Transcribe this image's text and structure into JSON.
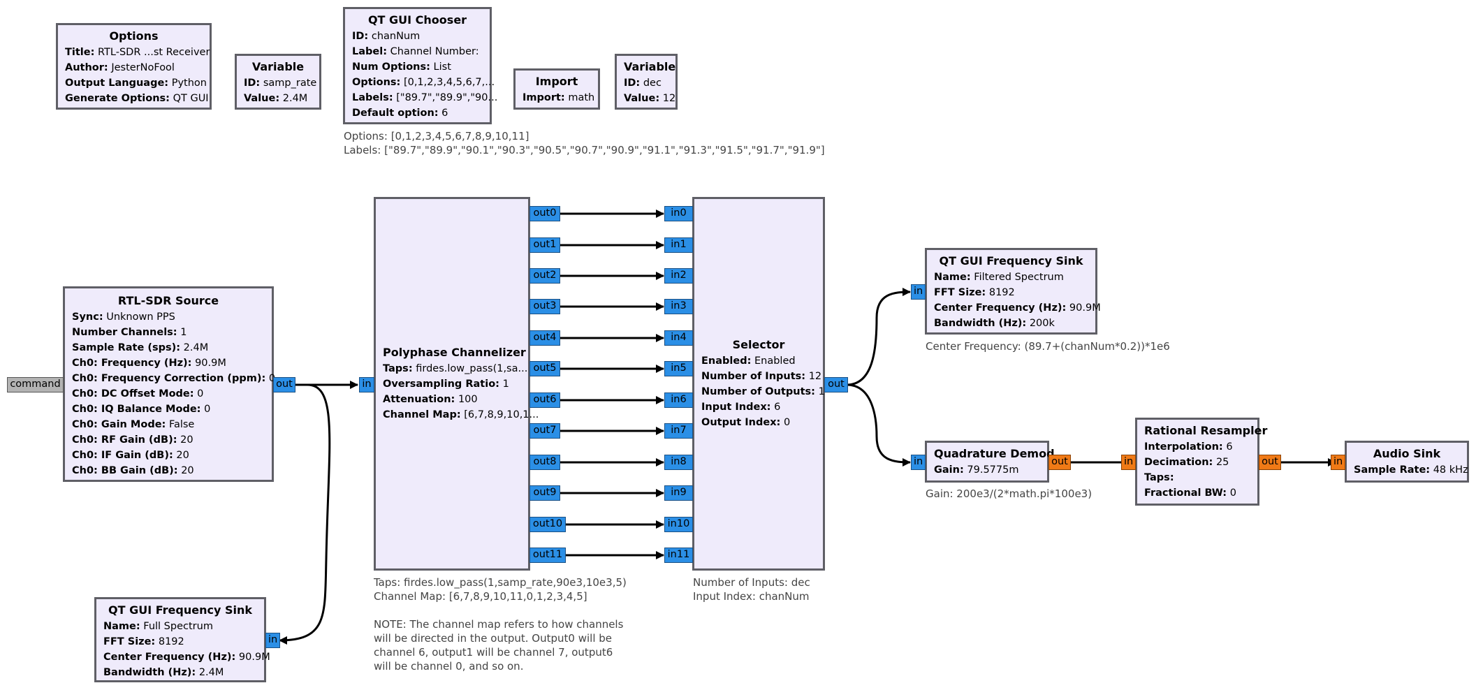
{
  "blocks": {
    "options": {
      "title": "Options",
      "props": [
        {
          "k": "Title:",
          "v": "RTL-SDR ...st Receiver"
        },
        {
          "k": "Author:",
          "v": "JesterNoFool"
        },
        {
          "k": "Output Language:",
          "v": "Python"
        },
        {
          "k": "Generate Options:",
          "v": "QT GUI"
        }
      ]
    },
    "variable_samp_rate": {
      "title": "Variable",
      "props": [
        {
          "k": "ID:",
          "v": "samp_rate"
        },
        {
          "k": "Value:",
          "v": "2.4M"
        }
      ]
    },
    "chooser": {
      "title": "QT GUI Chooser",
      "props": [
        {
          "k": "ID:",
          "v": "chanNum"
        },
        {
          "k": "Label:",
          "v": "Channel Number:"
        },
        {
          "k": "Num Options:",
          "v": "List"
        },
        {
          "k": "Options:",
          "v": "[0,1,2,3,4,5,6,7,..."
        },
        {
          "k": "Labels:",
          "v": "[\"89.7\",\"89.9\",\"90..."
        },
        {
          "k": "Default option:",
          "v": "6"
        }
      ],
      "comment": "Options: [0,1,2,3,4,5,6,7,8,9,10,11]\nLabels: [\"89.7\",\"89.9\",\"90.1\",\"90.3\",\"90.5\",\"90.7\",\"90.9\",\"91.1\",\"91.3\",\"91.5\",\"91.7\",\"91.9\"]"
    },
    "import": {
      "title": "Import",
      "props": [
        {
          "k": "Import:",
          "v": "math"
        }
      ]
    },
    "variable_dec": {
      "title": "Variable",
      "props": [
        {
          "k": "ID:",
          "v": "dec"
        },
        {
          "k": "Value:",
          "v": "12"
        }
      ]
    },
    "rtl_source": {
      "title": "RTL-SDR Source",
      "props": [
        {
          "k": "Sync:",
          "v": "Unknown PPS"
        },
        {
          "k": "Number Channels:",
          "v": "1"
        },
        {
          "k": "Sample Rate (sps):",
          "v": "2.4M"
        },
        {
          "k": "Ch0: Frequency (Hz):",
          "v": "90.9M"
        },
        {
          "k": "Ch0: Frequency Correction (ppm):",
          "v": "0"
        },
        {
          "k": "Ch0: DC Offset Mode:",
          "v": "0"
        },
        {
          "k": "Ch0: IQ Balance Mode:",
          "v": "0"
        },
        {
          "k": "Ch0: Gain Mode:",
          "v": "False"
        },
        {
          "k": "Ch0: RF Gain (dB):",
          "v": "20"
        },
        {
          "k": "Ch0: IF Gain (dB):",
          "v": "20"
        },
        {
          "k": "Ch0: BB Gain (dB):",
          "v": "20"
        }
      ],
      "in_port": "command",
      "out_port": "out"
    },
    "polyphase": {
      "title": "Polyphase Channelizer",
      "props": [
        {
          "k": "Taps:",
          "v": "firdes.low_pass(1,sa..."
        },
        {
          "k": "Oversampling Ratio:",
          "v": "1"
        },
        {
          "k": "Attenuation:",
          "v": "100"
        },
        {
          "k": "Channel Map:",
          "v": "[6,7,8,9,10,1..."
        }
      ],
      "in_port": "in",
      "out_ports": [
        "out0",
        "out1",
        "out2",
        "out3",
        "out4",
        "out5",
        "out6",
        "out7",
        "out8",
        "out9",
        "out10",
        "out11"
      ],
      "comment": "Taps: firdes.low_pass(1,samp_rate,90e3,10e3,5)\nChannel Map: [6,7,8,9,10,11,0,1,2,3,4,5]\n\nNOTE: The channel map refers to how channels\nwill be directed in the output. Output0 will be\nchannel 6, output1 will be channel 7, output6\nwill be channel 0, and so on."
    },
    "selector": {
      "title": "Selector",
      "props": [
        {
          "k": "Enabled:",
          "v": "Enabled"
        },
        {
          "k": "Number of Inputs:",
          "v": "12"
        },
        {
          "k": "Number of Outputs:",
          "v": "1"
        },
        {
          "k": "Input Index:",
          "v": "6"
        },
        {
          "k": "Output Index:",
          "v": "0"
        }
      ],
      "in_ports": [
        "in0",
        "in1",
        "in2",
        "in3",
        "in4",
        "in5",
        "in6",
        "in7",
        "in8",
        "in9",
        "in10",
        "in11"
      ],
      "out_port": "out",
      "comment": "Number of Inputs: dec\nInput Index: chanNum"
    },
    "freq_sink_filtered": {
      "title": "QT GUI Frequency Sink",
      "props": [
        {
          "k": "Name:",
          "v": "Filtered Spectrum"
        },
        {
          "k": "FFT Size:",
          "v": "8192"
        },
        {
          "k": "Center Frequency (Hz):",
          "v": "90.9M"
        },
        {
          "k": "Bandwidth (Hz):",
          "v": "200k"
        }
      ],
      "in_port": "in",
      "comment": "Center Frequency: (89.7+(chanNum*0.2))*1e6"
    },
    "quad_demod": {
      "title": "Quadrature Demod",
      "props": [
        {
          "k": "Gain:",
          "v": "79.5775m"
        }
      ],
      "in_port": "in",
      "out_port": "out",
      "comment": "Gain: 200e3/(2*math.pi*100e3)"
    },
    "resampler": {
      "title": "Rational Resampler",
      "props": [
        {
          "k": "Interpolation:",
          "v": "6"
        },
        {
          "k": "Decimation:",
          "v": "25"
        },
        {
          "k": "Taps:",
          "v": ""
        },
        {
          "k": "Fractional BW:",
          "v": "0"
        }
      ],
      "in_port": "in",
      "out_port": "out"
    },
    "audio_sink": {
      "title": "Audio Sink",
      "props": [
        {
          "k": "Sample Rate:",
          "v": "48 kHz"
        }
      ],
      "in_port": "in"
    },
    "freq_sink_full": {
      "title": "QT GUI Frequency Sink",
      "props": [
        {
          "k": "Name:",
          "v": "Full Spectrum"
        },
        {
          "k": "FFT Size:",
          "v": "8192"
        },
        {
          "k": "Center Frequency (Hz):",
          "v": "90.9M"
        },
        {
          "k": "Bandwidth (Hz):",
          "v": "2.4M"
        }
      ],
      "in_port": "in"
    }
  },
  "colors": {
    "block_fill": "#efebfb",
    "block_border": "#5f5f66",
    "complex_port": "#2b8fe6",
    "float_port": "#f07a16",
    "message_port": "#b3b3b3",
    "wire": "#000000",
    "comment_text": "#444444"
  }
}
